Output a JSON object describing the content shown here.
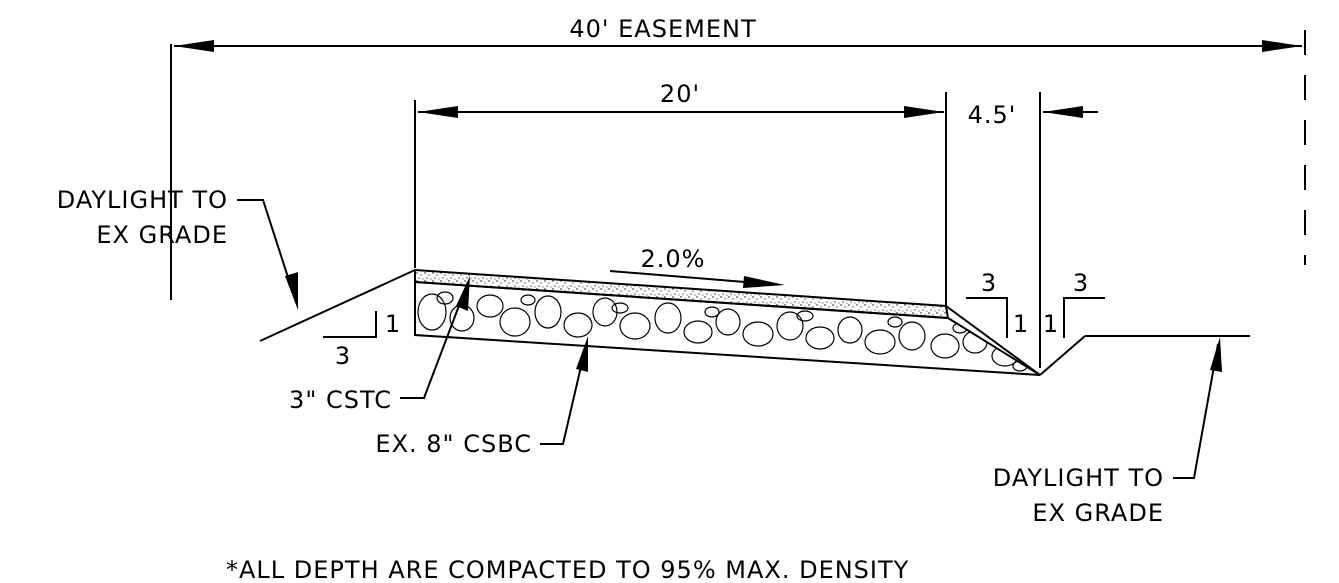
{
  "labels": {
    "easement": "40' EASEMENT",
    "road_width": "20'",
    "ditch_width": "4.5'",
    "slope": "2.0%",
    "daylight_left_line1": "DAYLIGHT TO",
    "daylight_left_line2": "EX GRADE",
    "daylight_right_line1": "DAYLIGHT TO",
    "daylight_right_line2": "EX GRADE",
    "cstc": "3\" CSTC",
    "csbc": "EX. 8\" CSBC",
    "note": "*ALL DEPTH ARE COMPACTED TO 95% MAX. DENSITY"
  },
  "slope_ratios": {
    "left_run": "3",
    "left_rise": "1",
    "ditch_left_run": "3",
    "ditch_left_rise": "1",
    "ditch_right_rise": "1",
    "ditch_right_run": "3"
  },
  "colors": {
    "line": "#000000",
    "background": "#ffffff"
  }
}
